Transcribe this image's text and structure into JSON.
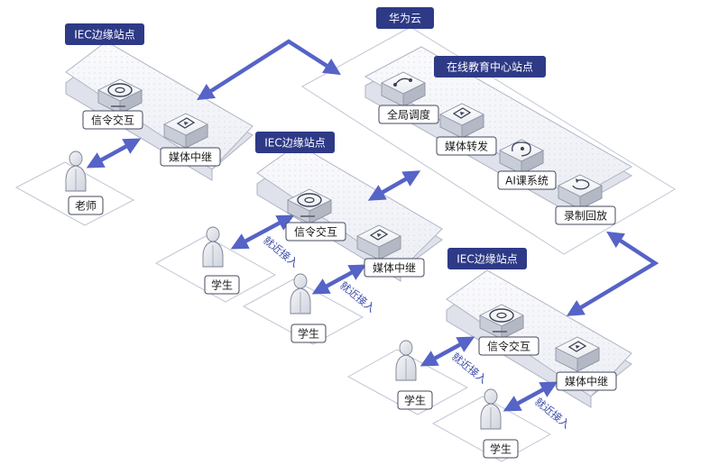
{
  "cloud": {
    "title": "华为云",
    "center_site": "在线教育中心站点",
    "services": [
      "全局调度",
      "媒体转发",
      "AI课系统",
      "录制回放"
    ]
  },
  "edge_sites": [
    {
      "title": "IEC边缘站点",
      "signaling": "信令交互",
      "relay": "媒体中继"
    },
    {
      "title": "IEC边缘站点",
      "signaling": "信令交互",
      "relay": "媒体中继"
    },
    {
      "title": "IEC边缘站点",
      "signaling": "信令交互",
      "relay": "媒体中继"
    }
  ],
  "users": {
    "teacher": "老师",
    "student": "学生"
  },
  "access_label": "就近接入",
  "colors": {
    "tag_bg": "#2e3a86",
    "arrow": "#5663c7",
    "platform_edge": "#aeb3c6",
    "panel_edge": "#c2c6d4"
  }
}
